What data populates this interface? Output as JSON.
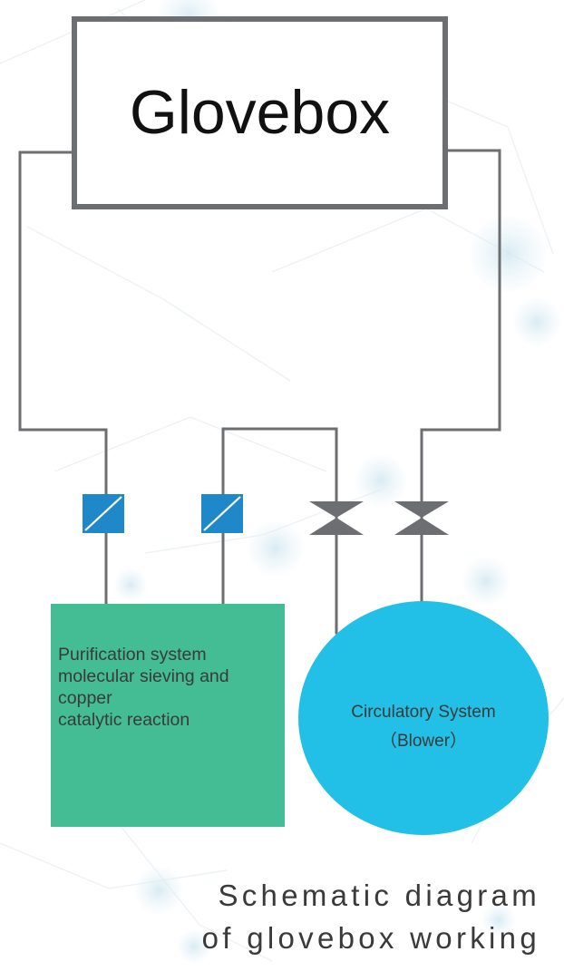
{
  "diagram": {
    "glovebox": {
      "label": "Glovebox"
    },
    "purification": {
      "lines": [
        "Purification system",
        "molecular sieving and",
        "copper",
        "catalytic reaction"
      ]
    },
    "circulatory": {
      "lines": [
        "Circulatory System",
        "（Blower）"
      ]
    },
    "caption": {
      "lines": [
        "Schematic diagram",
        "of glovebox working"
      ]
    }
  },
  "colors": {
    "pipe": "#6d6e71",
    "glovebox_border": "#6d6e71",
    "purification_fill": "#44bc94",
    "circulatory_fill": "#22c0e6",
    "valve_blue": "#1e88c8",
    "background_network": "#d8e9ef"
  },
  "icons": {
    "filter_valve": "filter-valve-icon",
    "gate_valve": "gate-valve-icon"
  }
}
